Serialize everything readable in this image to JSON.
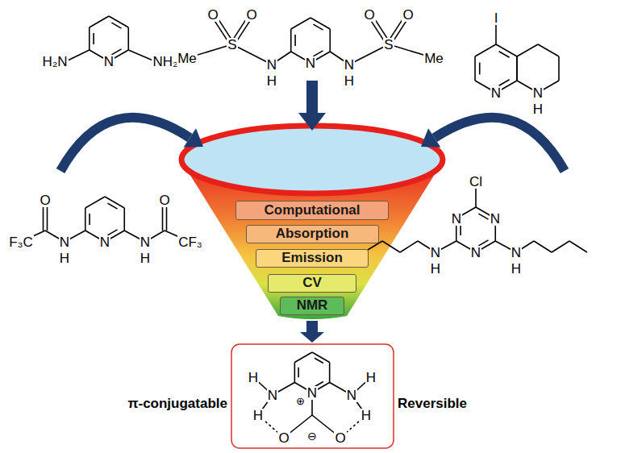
{
  "diagram": {
    "nodes": [
      {
        "text": [
          "Computational"
        ]
      },
      {
        "text": [
          "Absorption"
        ]
      },
      {
        "text": [
          "Emission"
        ]
      },
      {
        "text": [
          "CV"
        ]
      },
      {
        "text": [
          "NMR"
        ]
      }
    ],
    "labels": [
      "H₂N",
      "N",
      "NH₂",
      "O",
      "O",
      "Me",
      "S",
      "N",
      "H",
      "N",
      "N",
      "H",
      "S",
      "O",
      "O",
      "Me",
      "I",
      "N",
      "N",
      "H",
      "O",
      "O",
      "F₃C",
      "N",
      "H",
      "N",
      "N",
      "H",
      "CF₃",
      "Cl",
      "N",
      "N",
      "N",
      "H",
      "N",
      "N",
      "H",
      "H",
      "H",
      "N",
      "⊕",
      "N",
      "N",
      "H",
      "H",
      "O",
      "⊖",
      "O",
      "π-conjugatable",
      "Reversible"
    ]
  }
}
